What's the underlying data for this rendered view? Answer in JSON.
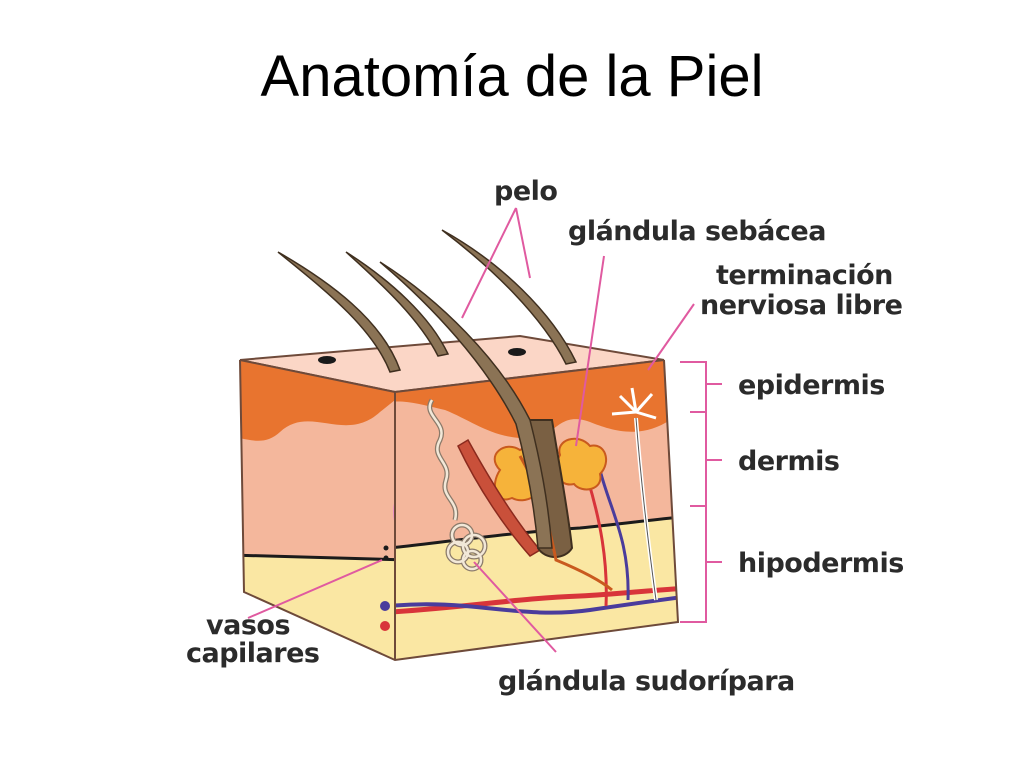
{
  "slide": {
    "title": "Anatomía de la Piel"
  },
  "labels": {
    "pelo": "pelo",
    "glandula_sebacea": "glándula sebácea",
    "terminacion_line1": "terminación",
    "terminacion_line2": "nerviosa libre",
    "epidermis": "epidermis",
    "dermis": "dermis",
    "hipodermis": "hipodermis",
    "vasos_line1": "vasos",
    "vasos_line2": "capilares",
    "glandula_sudoripara": "glándula sudorípara"
  },
  "colors": {
    "epidermis": "#e8742f",
    "dermis": "#f4b79c",
    "hipodermis": "#fae7a3",
    "top_surface": "#fbd6c6",
    "hair": "#7a6043",
    "leader_line": "#e05aa0",
    "label_text": "#2b2b2b"
  }
}
